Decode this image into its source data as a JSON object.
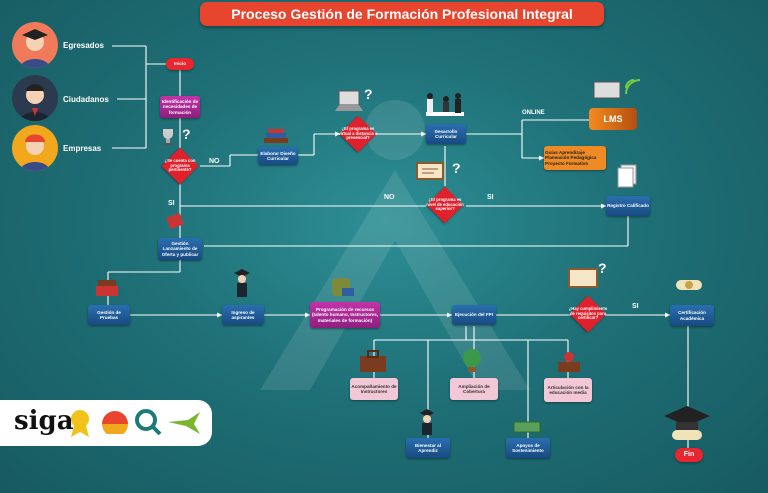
{
  "title": "Proceso Gestión de Formación Profesional Integral",
  "personas": {
    "egresados": "Egresados",
    "ciudadanos": "Ciudadanos",
    "empresas": "Empresas"
  },
  "nodes": {
    "inicio": "Inicio",
    "identificacion": "Identificación de necesidades de formación",
    "elaborar_diseno": "Elaborar Diseño Curricular",
    "desarrollo": "Desarrollo Curricular",
    "guias": "Guías Aprendizaje Planeación Pedagógica Proyecto Formativo",
    "registro": "Registro Calificado",
    "gestion_oferta": "Gestión Lanzamiento de Oferta y publicar",
    "gestion_pruebas": "Gestión de Pruebas",
    "ingreso": "Ingreso de aspirantes",
    "programacion": "Programación de recursos (talento humano, Instructores, materiales de formación)",
    "ejecucion": "Ejecución del FPI",
    "certificacion": "Certificación Académica",
    "acompanamiento": "Acompañamiento de Instructores",
    "ampliacion": "Ampliación de Cobertura",
    "articulacion": "Articulación con la educación media",
    "bienestar": "Bienestar al Aprendiz",
    "apoyos": "Apoyos de Sostenimiento",
    "fin": "Fin"
  },
  "decisions": {
    "pertinente": "¿Se cuenta con programa pertinente?",
    "virtual": "¿El programa es virtual a distancia o presencial?",
    "superior": "¿El programa es nivel de educación superior?",
    "requisitos": "¿Hay cumplimiento de requisitos para certificar?"
  },
  "labels": {
    "no1": "NO",
    "si1": "SI",
    "no2": "NO",
    "si2": "SI",
    "si3": "SI",
    "online": "ONLINE",
    "lms": "LMS",
    "question": "?"
  },
  "logos": {
    "siga": "siga"
  },
  "colors": {
    "accent_red": "#e8452f",
    "node_blue": "#1f5c99",
    "node_magenta": "#b02a9a",
    "decision_red": "#e0202a",
    "node_pink": "#f2c7d6",
    "node_orange": "#f08a24"
  }
}
